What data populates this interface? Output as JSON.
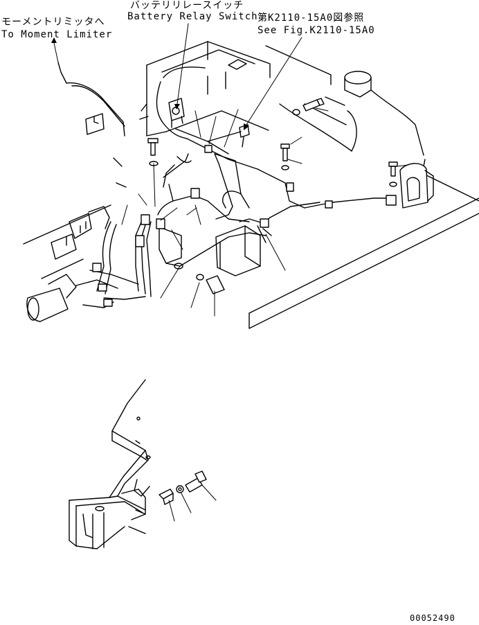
{
  "labels": {
    "moment_limiter_jp": "モーメントリミッタへ",
    "moment_limiter_en": "To Moment Limiter",
    "battery_relay_jp": "バッテリリレースイッチ",
    "battery_relay_en": "Battery Relay Switch",
    "see_fig_jp": "第K2110-15A0図参照",
    "see_fig_en": "See Fig.K2110-15A0",
    "drawing_number": "00052490"
  }
}
